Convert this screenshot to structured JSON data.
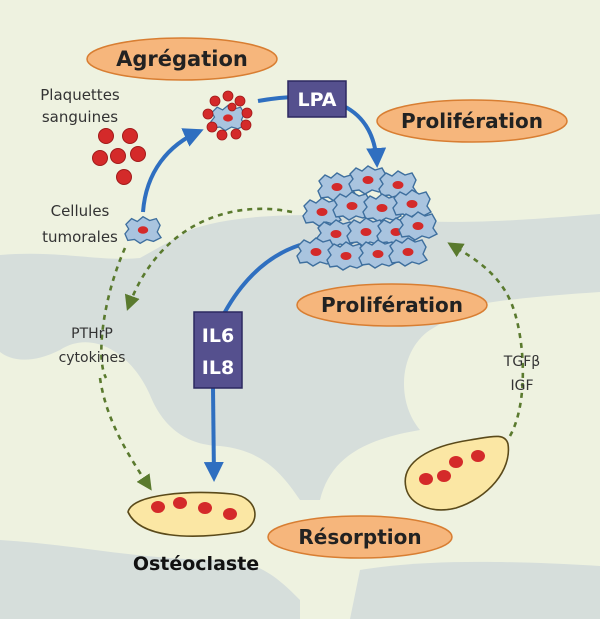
{
  "labels": {
    "agregation": "Agrégation",
    "plaquettes_line1": "Plaquettes",
    "plaquettes_line2": "sanguines",
    "lpa": "LPA",
    "proliferation_top": "Prolifération",
    "cellules_line1": "Cellules",
    "cellules_line2": "tumorales",
    "proliferation_mid": "Prolifération",
    "pthrp": "PTHrP",
    "cytokines": "cytokines",
    "il6": "IL6",
    "il8": "IL8",
    "tgfb": "TGFβ",
    "igf": "IGF",
    "resorption": "Résorption",
    "osteoclaste": "Ostéoclaste"
  },
  "colors": {
    "background": "#eef2e0",
    "bone": "#d6dedb",
    "pill_fill": "#f6b67c",
    "pill_stroke": "#d87e32",
    "box_fill": "#55508e",
    "box_text": "#ffffff",
    "blue_arrow": "#2f6fc0",
    "green_arrow": "#5a7a2e",
    "tumor_cell": "#a9c4df",
    "tumor_stroke": "#3e6f9e",
    "nucleus": "#d42a2a",
    "osteoclast_fill": "#fbe7a4",
    "osteoclast_stroke": "#5a4a1a"
  }
}
